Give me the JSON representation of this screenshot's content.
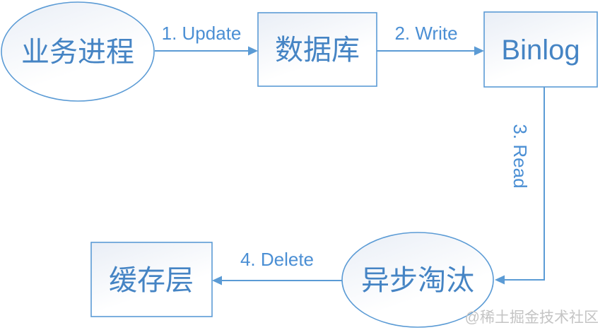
{
  "colors": {
    "accent_stroke": "#5b9bd5",
    "node_text": "#4584c4",
    "edge_label_text": "#4b8fd4",
    "node_fill_top": "#e9eef6",
    "node_fill_bottom": "#ffffff",
    "watermark_text": "#c4c4c4",
    "background": "#ffffff"
  },
  "diagram": {
    "nodes": [
      {
        "id": "business-process",
        "shape": "ellipse",
        "label": "业务进程"
      },
      {
        "id": "database",
        "shape": "rectangle",
        "label": "数据库"
      },
      {
        "id": "binlog",
        "shape": "rectangle",
        "label": "Binlog"
      },
      {
        "id": "async-eviction",
        "shape": "ellipse",
        "label": "异步淘汰"
      },
      {
        "id": "cache-layer",
        "shape": "rectangle",
        "label": "缓存层"
      }
    ],
    "edges": [
      {
        "id": "update",
        "label": "1. Update",
        "from": "business-process",
        "to": "database",
        "direction": "right"
      },
      {
        "id": "write",
        "label": "2. Write",
        "from": "database",
        "to": "binlog",
        "direction": "right"
      },
      {
        "id": "read",
        "label": "3. Read",
        "from": "binlog",
        "to": "async-eviction",
        "direction": "down-left"
      },
      {
        "id": "delete",
        "label": "4. Delete",
        "from": "async-eviction",
        "to": "cache-layer",
        "direction": "left"
      }
    ]
  },
  "watermark": {
    "text": "@稀土掘金技术社区"
  }
}
